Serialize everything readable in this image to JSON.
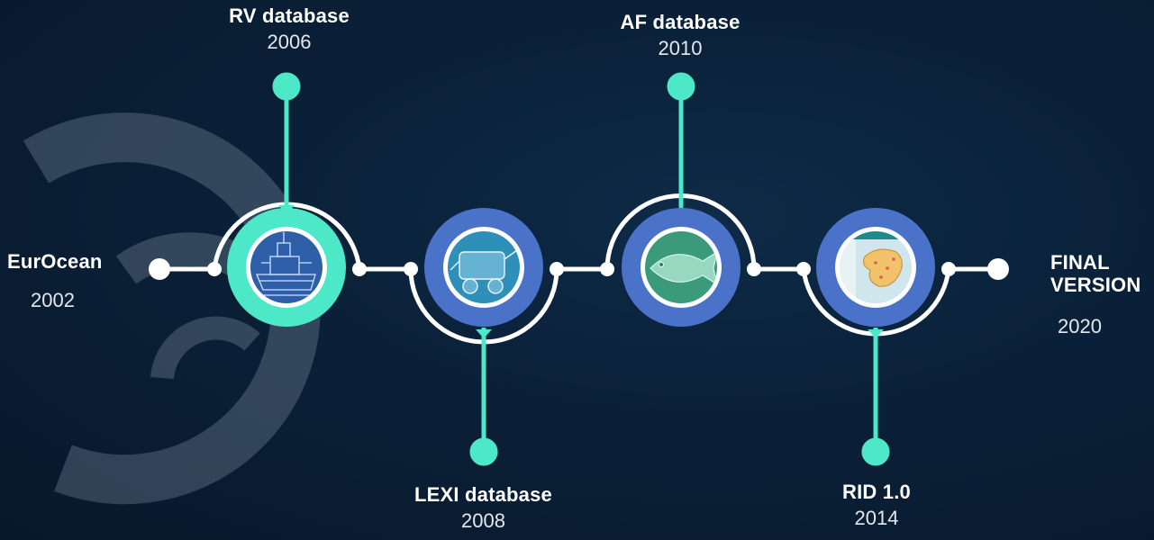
{
  "milestones": [
    {
      "title": "EurOcean",
      "year": "2002"
    },
    {
      "title": "RV database",
      "year": "2006"
    },
    {
      "title": "LEXI database",
      "year": "2008"
    },
    {
      "title": "AF database",
      "year": "2010"
    },
    {
      "title": "RID 1.0",
      "year": "2014"
    },
    {
      "title": "FINAL VERSION",
      "year": "2020"
    }
  ],
  "colors": {
    "background": "#0a2038",
    "accent_teal": "#4de8c8",
    "ring_blue": "#4a72c8",
    "line_white": "#ffffff",
    "logo_watermark": "#5a6f85"
  },
  "icons": {
    "rv": "research-vessel-blueprint-icon",
    "lexi": "equipment-rov-icon",
    "af": "fish-icon",
    "rid": "europe-map-icon",
    "watermark": "eurocean-logo-icon"
  }
}
